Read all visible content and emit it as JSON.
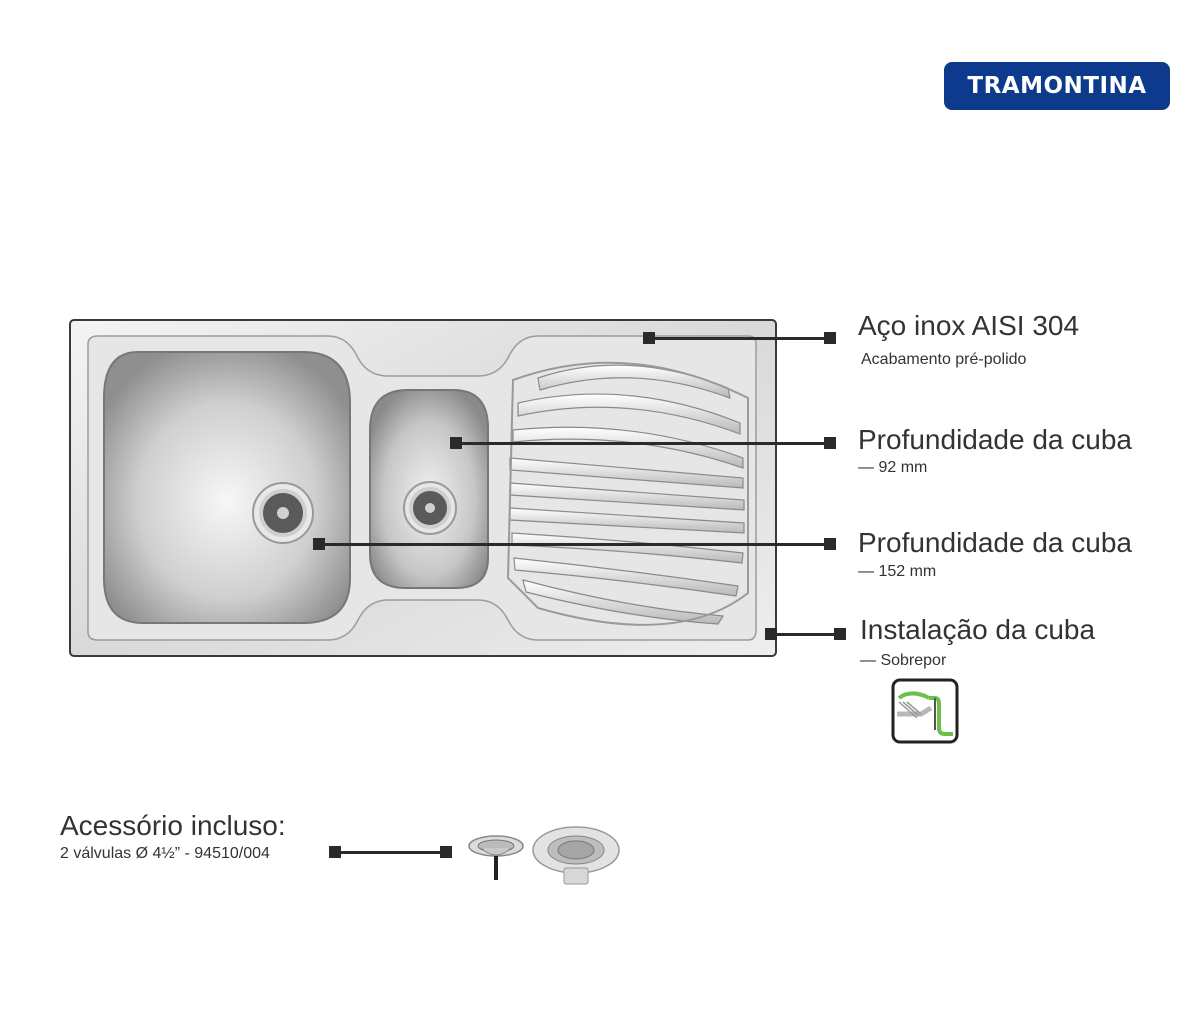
{
  "brand": {
    "logo_text": "TRAMONTINA",
    "color": "#0d3a8c"
  },
  "features": [
    {
      "title": "Aço inox AISI 304",
      "subtitle": "Acabamento pré-polido"
    },
    {
      "title": "Profundidade da cuba",
      "subtitle": "— 92 mm"
    },
    {
      "title": "Profundidade da cuba",
      "subtitle": "— 152 mm"
    },
    {
      "title": "Instalação da cuba",
      "subtitle": "— Sobrepor"
    }
  ],
  "accessory": {
    "title": "Acessório incluso:",
    "subtitle": "2 válvulas Ø 4½” - 94510/004"
  },
  "icons": [
    "sink-product-image",
    "installation-overmount-icon",
    "drain-valve-basket-image",
    "drain-valve-flange-image"
  ],
  "colors": {
    "install_icon_accent": "#6cc04a",
    "line": "#2a2a2a"
  }
}
